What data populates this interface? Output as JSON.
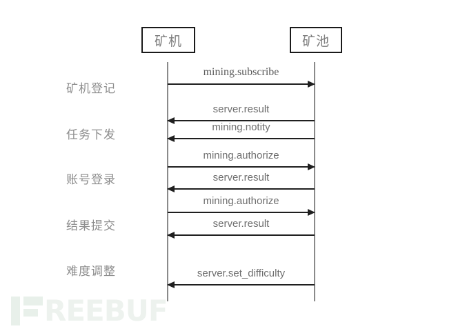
{
  "diagram": {
    "type": "sequence-diagram",
    "title": "",
    "background_color": "#ffffff",
    "line_color": "#1f1f1f",
    "text_color": "#7d7d7d",
    "actors": [
      {
        "id": "miner",
        "label": "矿机"
      },
      {
        "id": "pool",
        "label": "矿池"
      }
    ],
    "phases": [
      {
        "id": "register",
        "label": "矿机登记"
      },
      {
        "id": "task",
        "label": "任务下发"
      },
      {
        "id": "login",
        "label": "账号登录"
      },
      {
        "id": "submit",
        "label": "结果提交"
      },
      {
        "id": "difficulty",
        "label": "难度调整"
      }
    ],
    "messages": [
      {
        "index": 0,
        "label": "mining.subscribe",
        "from": "miner",
        "to": "pool",
        "direction": "right"
      },
      {
        "index": 1,
        "label": "server.result",
        "from": "pool",
        "to": "miner",
        "direction": "left"
      },
      {
        "index": 2,
        "label": "mining.notity",
        "from": "pool",
        "to": "miner",
        "direction": "left"
      },
      {
        "index": 3,
        "label": "mining.authorize",
        "from": "miner",
        "to": "pool",
        "direction": "right"
      },
      {
        "index": 4,
        "label": "server.result",
        "from": "pool",
        "to": "miner",
        "direction": "left"
      },
      {
        "index": 5,
        "label": "mining.authorize",
        "from": "miner",
        "to": "pool",
        "direction": "right"
      },
      {
        "index": 6,
        "label": "server.result",
        "from": "pool",
        "to": "miner",
        "direction": "left"
      },
      {
        "index": 7,
        "label": "server.set_difficulty",
        "from": "pool",
        "to": "miner",
        "direction": "left"
      }
    ]
  },
  "watermark": {
    "text": "REEBUF",
    "full_text": "FREEBUF",
    "color": "#edf2ee"
  }
}
